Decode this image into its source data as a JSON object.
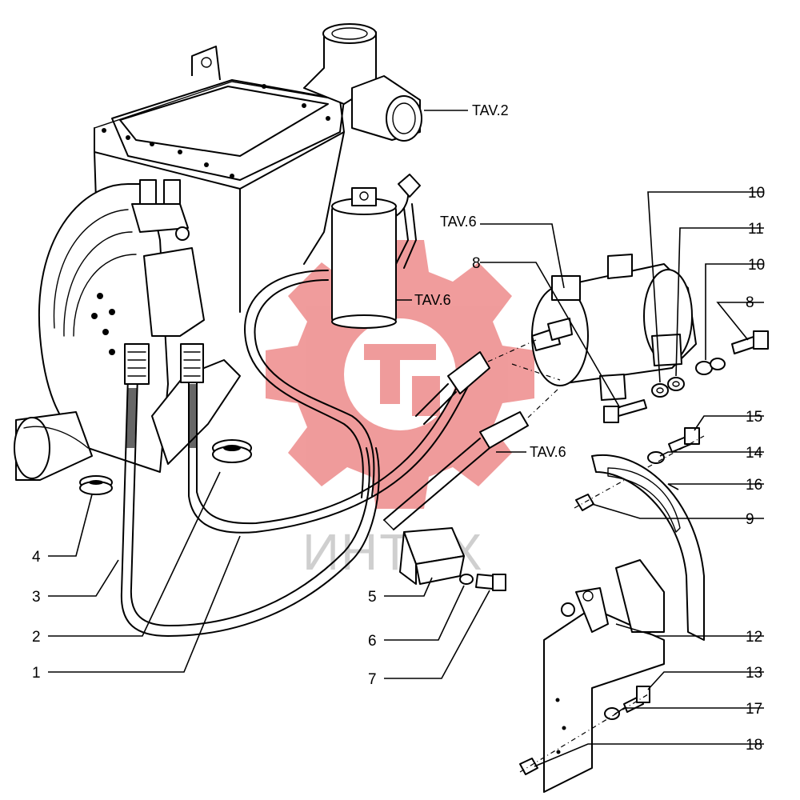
{
  "diagram": {
    "callouts": {
      "c1": "1",
      "c2": "2",
      "c3": "3",
      "c4": "4",
      "c5": "5",
      "c6": "6",
      "c7": "7",
      "c8a": "8",
      "c8b": "8",
      "c9": "9",
      "c10a": "10",
      "c10b": "10",
      "c11": "11",
      "c12": "12",
      "c13": "13",
      "c14": "14",
      "c15": "15",
      "c16": "16",
      "c17": "17",
      "c18": "18"
    },
    "references": {
      "tav2": "TAV.2",
      "tav6_top": "TAV.6",
      "tav6_drier": "TAV.6",
      "tav6_hose": "TAV.6"
    },
    "watermark": {
      "text": "ИНТЕХ",
      "color": "#e34b4b"
    }
  }
}
